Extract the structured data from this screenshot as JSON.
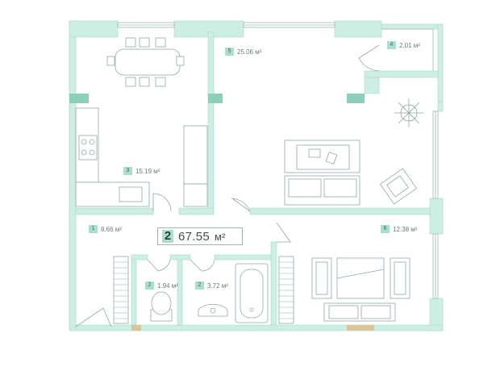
{
  "summary": {
    "rooms": "2",
    "area": "67.55",
    "unit": "м²"
  },
  "rooms": [
    {
      "num": "1",
      "area": "8.66 м²"
    },
    {
      "num": "2",
      "area": "1.94 м²"
    },
    {
      "num": "2",
      "area": "3.72 м²"
    },
    {
      "num": "3",
      "area": "15.19 м²"
    },
    {
      "num": "4",
      "area": "2.01 м²"
    },
    {
      "num": "5",
      "area": "25.06 м²"
    },
    {
      "num": "6",
      "area": "12.38 м²"
    }
  ],
  "colors": {
    "wall": "#cdeee3",
    "wall_edge": "#8ccfba",
    "accent": "#a9dfcc",
    "furniture": "#8fa9a4",
    "door_threshold": "#d8c69a"
  }
}
